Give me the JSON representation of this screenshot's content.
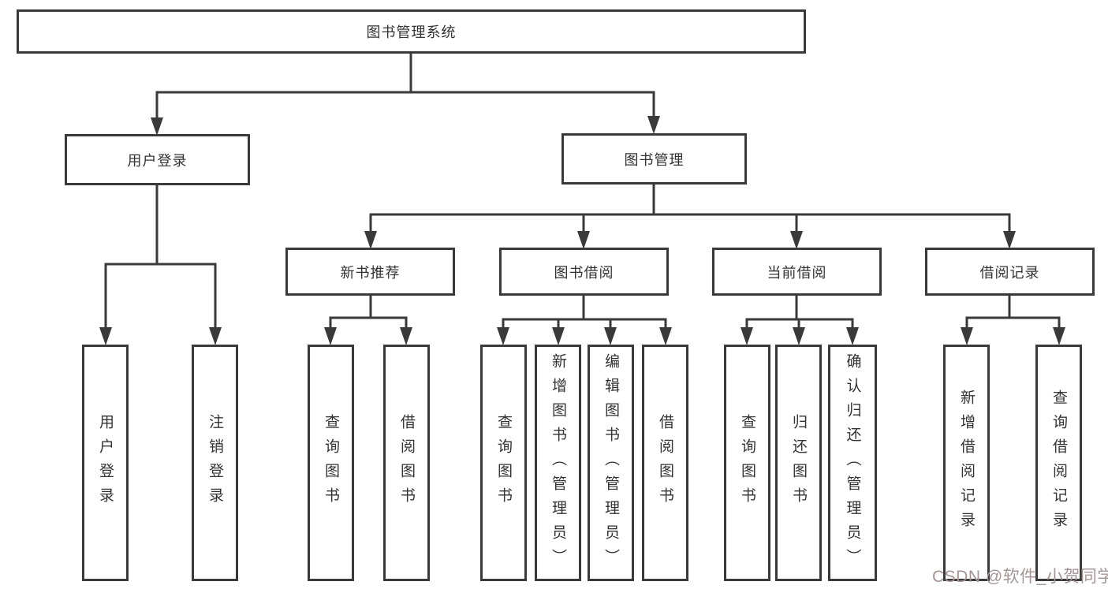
{
  "diagram": {
    "root": {
      "label": "图书管理系统"
    },
    "branches": [
      {
        "label": "用户登录",
        "leaves": [
          {
            "label": "用户登录"
          },
          {
            "label": "注销登录"
          }
        ]
      },
      {
        "label": "图书管理",
        "groups": [
          {
            "label": "新书推荐",
            "leaves": [
              {
                "label": "查询图书"
              },
              {
                "label": "借阅图书"
              }
            ]
          },
          {
            "label": "图书借阅",
            "leaves": [
              {
                "label": "查询图书"
              },
              {
                "label": "新增图书（管理员）"
              },
              {
                "label": "编辑图书（管理员）"
              },
              {
                "label": "借阅图书"
              }
            ]
          },
          {
            "label": "当前借阅",
            "leaves": [
              {
                "label": "查询图书"
              },
              {
                "label": "归还图书"
              },
              {
                "label": "确认归还（管理员）"
              }
            ]
          },
          {
            "label": "借阅记录",
            "leaves": [
              {
                "label": "新增借阅记录"
              },
              {
                "label": "查询借阅记录"
              }
            ]
          }
        ]
      }
    ]
  },
  "watermark": {
    "text": "CSDN @软件_小贺同学"
  },
  "colors": {
    "line": "#3a3a3a",
    "text": "#333333",
    "background": "#ffffff",
    "watermark_text": "#a59595"
  }
}
